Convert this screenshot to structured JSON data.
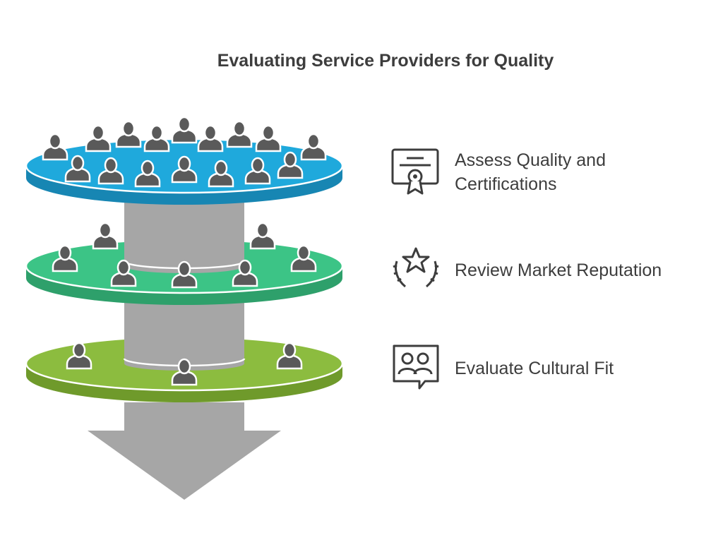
{
  "title": "Evaluating Service Providers for Quality",
  "stages": [
    {
      "label": "Assess Quality and Certifications",
      "icon": "certificate-icon",
      "color": "#1fa9dc"
    },
    {
      "label": "Review Market Reputation",
      "icon": "star-laurel-icon",
      "color": "#3cc486"
    },
    {
      "label": "Evaluate Cultural Fit",
      "icon": "people-chat-icon",
      "color": "#8cbc3f"
    }
  ],
  "colors": {
    "text": "#3d3d3d",
    "person": "#5a5a5a",
    "pipe": "#a6a6a6",
    "pipe_dark": "#8f8f8f"
  }
}
